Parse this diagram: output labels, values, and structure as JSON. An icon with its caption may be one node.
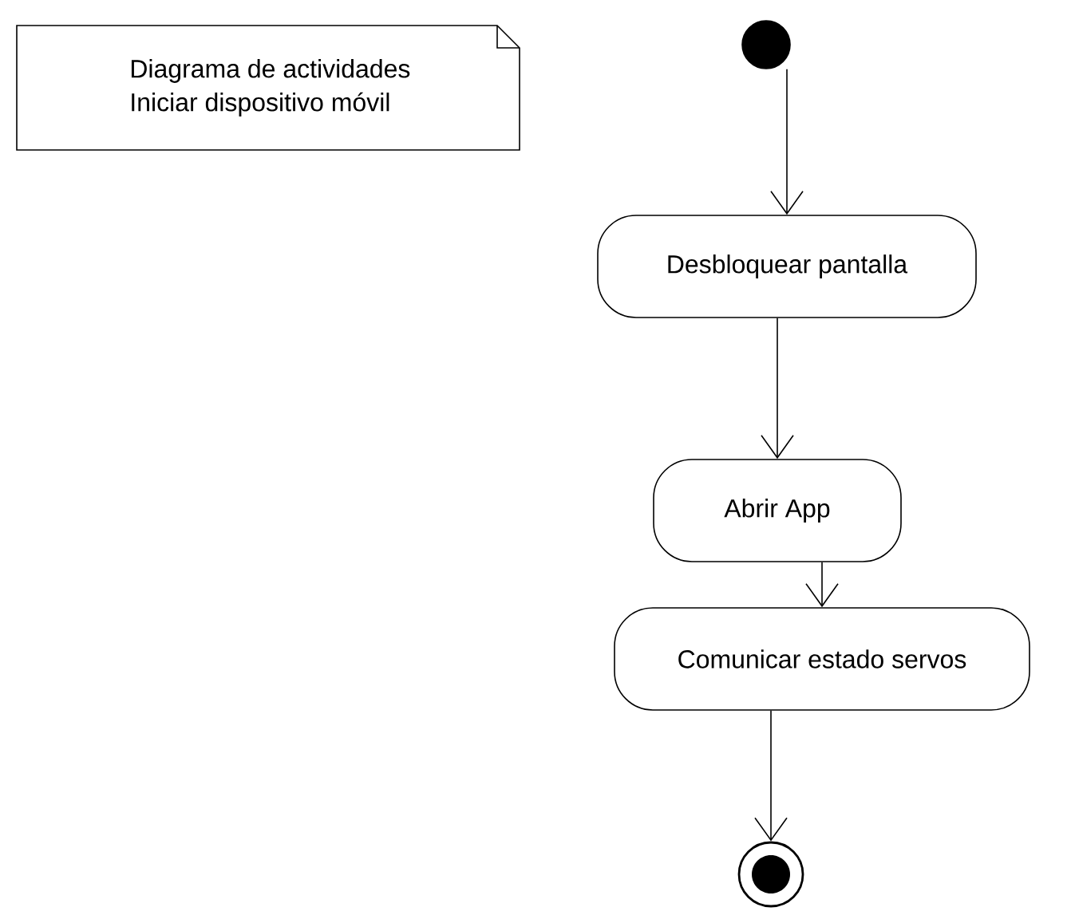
{
  "diagram": {
    "nodes": [
      {
        "text": [
          "Diagrama de actividades",
          "Iniciar dispositivo móvil"
        ]
      },
      {
        "text": [],
        "shape": "circle"
      },
      {
        "text": [
          "Desbloquear pantalla"
        ]
      },
      {
        "text": [
          "Abrir App"
        ]
      },
      {
        "text": [
          "Comunicar estado servos"
        ]
      },
      {
        "text": [],
        "shape": "bullseye"
      }
    ],
    "edges": [
      {
        "from": 1,
        "to": 2,
        "arrow": "to"
      },
      {
        "from": 2,
        "to": 3,
        "arrow": "to"
      },
      {
        "from": 3,
        "to": 4,
        "arrow": "to"
      },
      {
        "from": 4,
        "to": 5,
        "arrow": "to"
      }
    ]
  }
}
